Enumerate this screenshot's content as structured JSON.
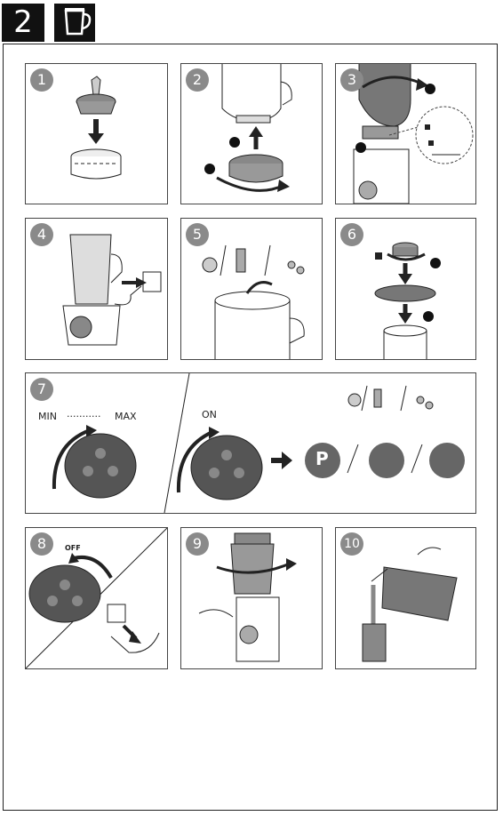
{
  "header": {
    "step_number": "2",
    "icon": "blender-jar-icon"
  },
  "steps": [
    {
      "number": "1",
      "icon": "blade-assembly-icon"
    },
    {
      "number": "2",
      "icon": "jar-base-attach-icon"
    },
    {
      "number": "3",
      "icon": "jar-lock-icon"
    },
    {
      "number": "4",
      "icon": "plug-in-icon"
    },
    {
      "number": "5",
      "icon": "add-ingredients-icon"
    },
    {
      "number": "6",
      "icon": "lid-lock-icon"
    },
    {
      "number": "7",
      "icon": "speed-dial-icon",
      "labels": {
        "min": "MIN",
        "max": "MAX",
        "on": "ON"
      },
      "program_labels": [
        "P"
      ]
    },
    {
      "number": "8",
      "icon": "unplug-icon",
      "labels": {
        "off": "OFF"
      }
    },
    {
      "number": "9",
      "icon": "remove-jar-icon"
    },
    {
      "number": "10",
      "icon": "pour-drink-icon"
    }
  ],
  "callouts": [
    "1",
    "2"
  ],
  "colors": {
    "badge": "#8a8a8a",
    "line": "#222222",
    "shade": "#666666"
  }
}
